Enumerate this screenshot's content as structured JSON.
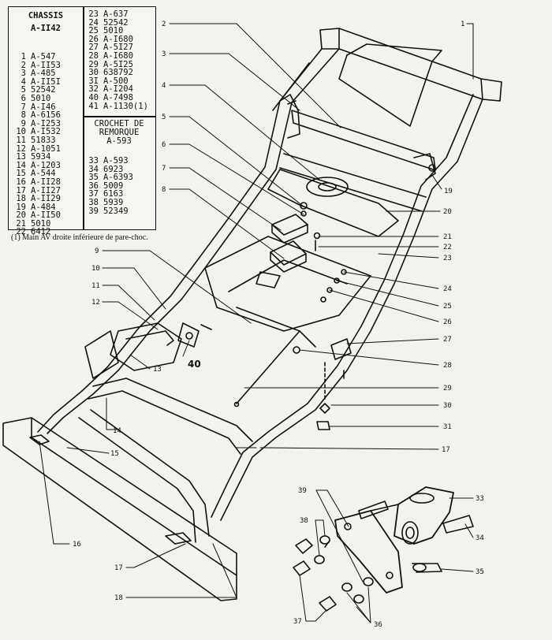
{
  "legend": {
    "title": "CHASSIS",
    "subtitle": "A-II42",
    "col1": [
      {
        "n": "1",
        "ref": "A-547"
      },
      {
        "n": "2",
        "ref": "A-II53"
      },
      {
        "n": "3",
        "ref": "A-485"
      },
      {
        "n": "4",
        "ref": "A-II5I"
      },
      {
        "n": "5",
        "ref": "52542"
      },
      {
        "n": "6",
        "ref": "5010"
      },
      {
        "n": "7",
        "ref": "A-I46"
      },
      {
        "n": "8",
        "ref": "A-6156"
      },
      {
        "n": "9",
        "ref": "A-I253"
      },
      {
        "n": "10",
        "ref": "A-I532"
      },
      {
        "n": "11",
        "ref": "51833"
      },
      {
        "n": "12",
        "ref": "A-1051"
      },
      {
        "n": "13",
        "ref": "5934"
      },
      {
        "n": "14",
        "ref": "A-1203"
      },
      {
        "n": "15",
        "ref": "A-544"
      },
      {
        "n": "16",
        "ref": "A-II28"
      },
      {
        "n": "17",
        "ref": "A-II27"
      },
      {
        "n": "18",
        "ref": "A-II29"
      },
      {
        "n": "19",
        "ref": "A-484"
      },
      {
        "n": "20",
        "ref": "A-II50"
      },
      {
        "n": "21",
        "ref": "5010"
      },
      {
        "n": "22",
        "ref": "6412"
      }
    ],
    "col2": [
      {
        "n": "23",
        "ref": "A-637"
      },
      {
        "n": "24",
        "ref": "52542"
      },
      {
        "n": "25",
        "ref": "5010"
      },
      {
        "n": "26",
        "ref": "A-I680"
      },
      {
        "n": "27",
        "ref": "A-5I27"
      },
      {
        "n": "28",
        "ref": "A-I680"
      },
      {
        "n": "29",
        "ref": "A-5I25"
      },
      {
        "n": "30",
        "ref": "638792"
      },
      {
        "n": "3I",
        "ref": "A-500"
      },
      {
        "n": "32",
        "ref": "A-I204"
      },
      {
        "n": "40",
        "ref": "A-7498"
      },
      {
        "n": "41",
        "ref": "A-1130(1)"
      }
    ],
    "crochet_title": "CROCHET DE",
    "crochet_title2": "REMORQUE",
    "crochet_ref": "A-593",
    "col3": [
      {
        "n": "33",
        "ref": "A-593"
      },
      {
        "n": "34",
        "ref": "6923"
      },
      {
        "n": "35",
        "ref": "A-6393"
      },
      {
        "n": "36",
        "ref": "5009"
      },
      {
        "n": "37",
        "ref": "6163"
      },
      {
        "n": "38",
        "ref": "5939"
      },
      {
        "n": "39",
        "ref": "52349"
      }
    ],
    "footnote": "(1) Main AV droite inférieure de pare-choc."
  },
  "callouts": [
    "1",
    "2",
    "3",
    "4",
    "5",
    "6",
    "7",
    "8",
    "9",
    "10",
    "11",
    "12",
    "13",
    "14",
    "15",
    "16",
    "17",
    "17",
    "18",
    "19",
    "20",
    "21",
    "22",
    "23",
    "24",
    "25",
    "26",
    "27",
    "28",
    "29",
    "30",
    "31",
    "33",
    "34",
    "35",
    "36",
    "37",
    "38",
    "39",
    "40"
  ]
}
